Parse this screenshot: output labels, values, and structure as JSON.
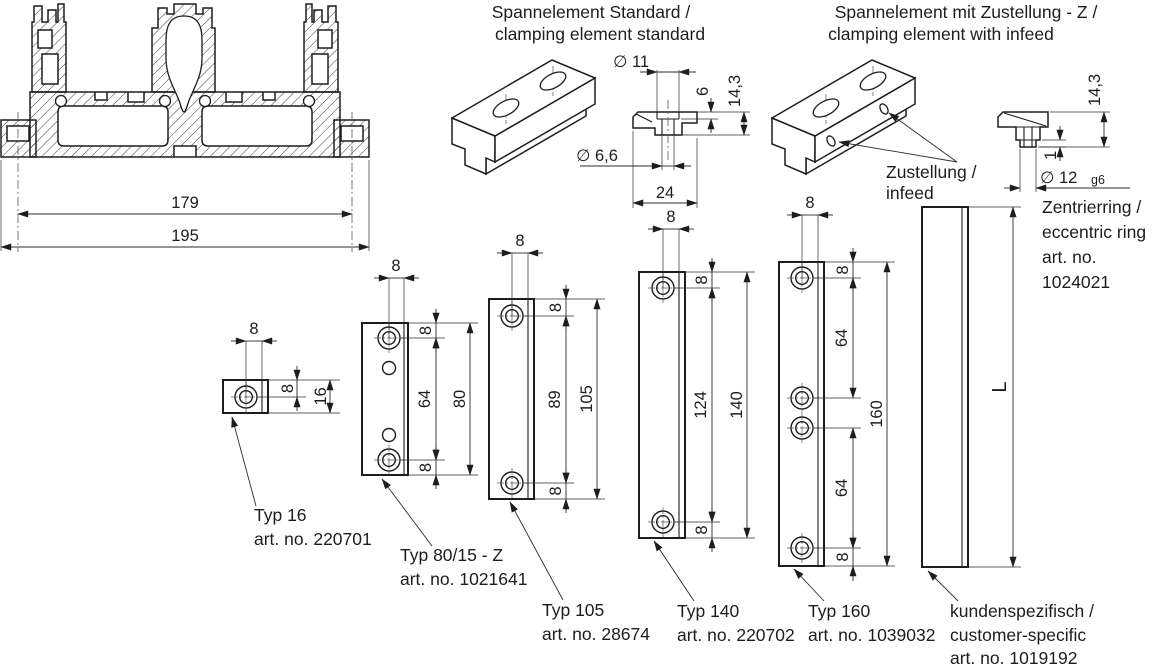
{
  "drawing": {
    "titles": {
      "standard_1": "Spannelement Standard /",
      "standard_2": "clamping element standard",
      "infeed_1": "Spannelement mit Zustellung - Z /",
      "infeed_2": "clamping element with infeed"
    },
    "profile": {
      "width_inner": "179",
      "width_outer": "195"
    },
    "standard_section": {
      "counterbore_dia": "∅ 11",
      "counterbore_depth": "6",
      "height": "14,3",
      "hole_dia": "∅ 6,6",
      "width": "24"
    },
    "infeed_detail": {
      "height": "14,3",
      "ring_offset": "1",
      "ring_dia": "∅ 12",
      "ring_tol": "g6",
      "infeed_label_1": "Zustellung /",
      "infeed_label_2": "infeed",
      "ring_note_1": "Zentrierring /",
      "ring_note_2": "eccentric ring",
      "ring_note_3": "art. no.",
      "ring_note_4": "1024021"
    },
    "plates": [
      {
        "name": "Typ 16",
        "art": "art. no. 220701",
        "hole_offset": "8",
        "edge_top": "8",
        "overall": "16"
      },
      {
        "name": "Typ 80/15 - Z",
        "art": "art. no. 1021641",
        "hole_offset": "8",
        "edge_top": "8",
        "span": "64",
        "edge_bottom": "8",
        "overall": "80"
      },
      {
        "name": "Typ 105",
        "art": "art. no. 28674",
        "hole_offset": "8",
        "edge_top": "8",
        "span": "89",
        "edge_bottom": "8",
        "overall": "105"
      },
      {
        "name": "Typ 140",
        "art": "art. no. 220702",
        "hole_offset": "8",
        "edge_top": "8",
        "span": "124",
        "edge_bottom": "8",
        "overall": "140"
      },
      {
        "name": "Typ 160",
        "art": "art. no. 1039032",
        "hole_offset": "8",
        "edge_top": "8",
        "span_upper": "64",
        "span_lower": "64",
        "edge_bottom": "8",
        "overall": "160"
      },
      {
        "name": "kundenspezifisch /",
        "name_2": "customer-specific",
        "art": "art. no. 1019192",
        "overall": "L"
      }
    ]
  }
}
